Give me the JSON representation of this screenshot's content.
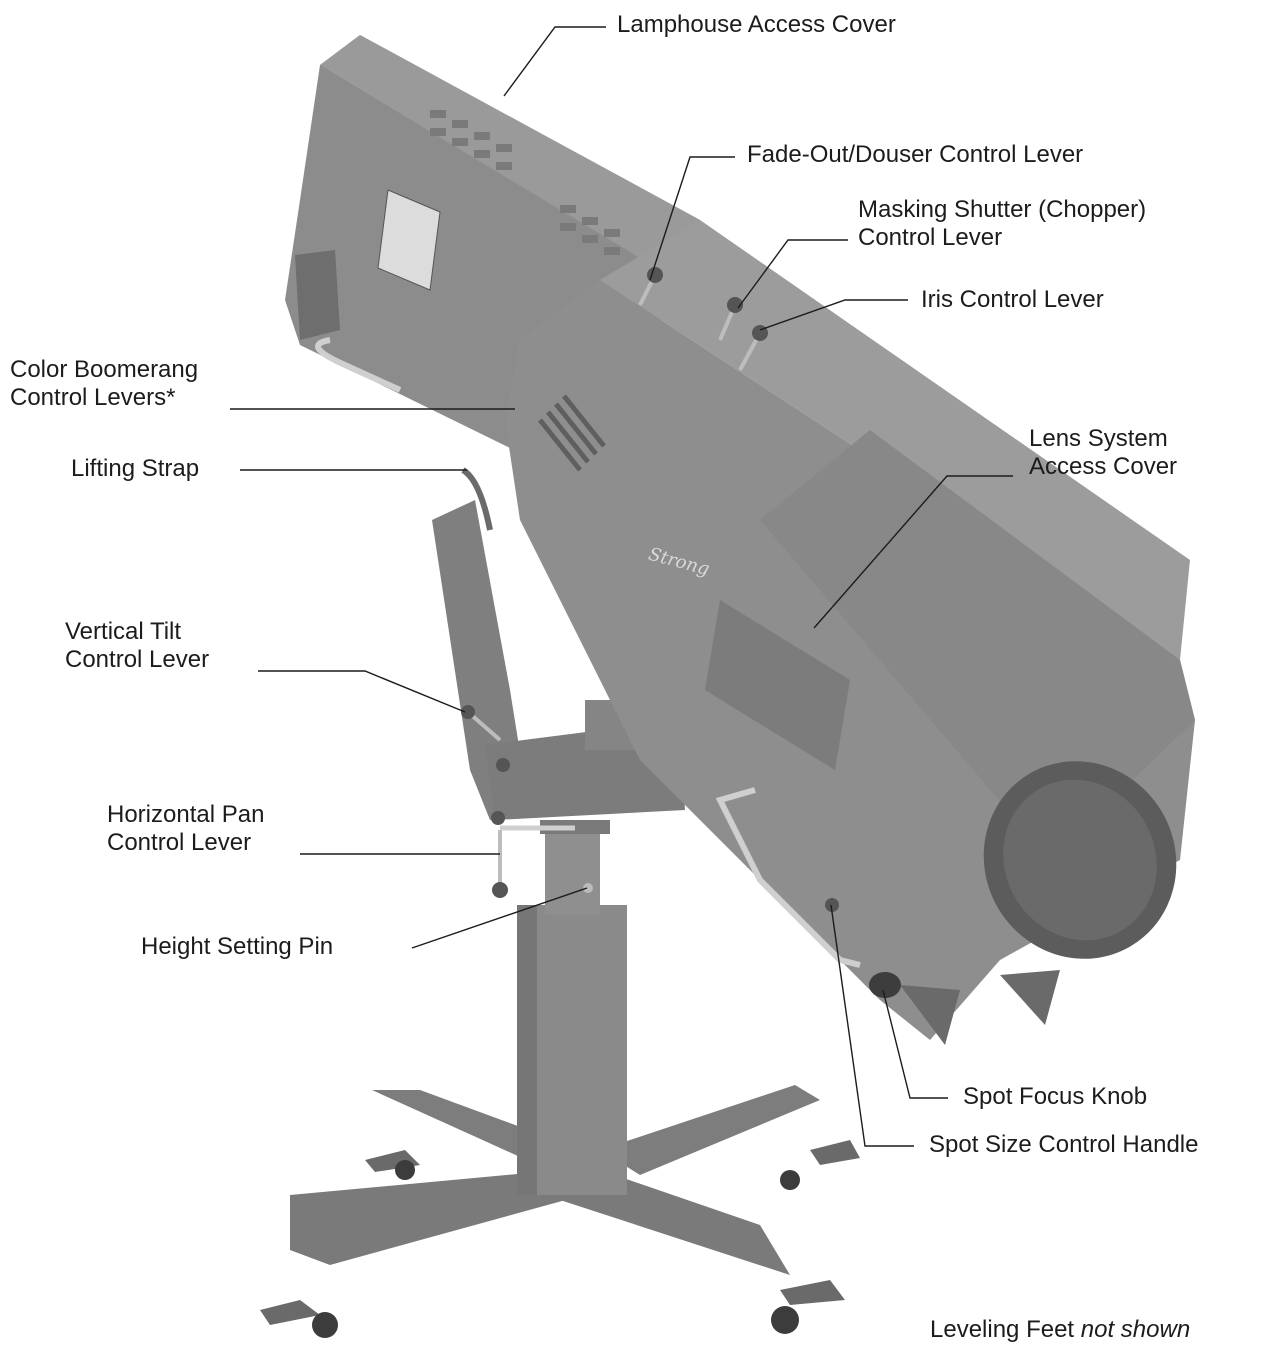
{
  "labels": {
    "lamphouse_access_cover": "Lamphouse Access Cover",
    "fade_out_douser": "Fade-Out/Douser Control Lever",
    "masking_shutter_line1": "Masking Shutter (Chopper)",
    "masking_shutter_line2": "Control Lever",
    "iris_control_lever": "Iris Control Lever",
    "color_boomerang_line1": "Color Boomerang",
    "color_boomerang_line2": "Control Levers*",
    "lens_system_line1": "Lens System",
    "lens_system_line2": "Access Cover",
    "lifting_strap": "Lifting Strap",
    "vertical_tilt_line1": "Vertical Tilt",
    "vertical_tilt_line2": "Control Lever",
    "horizontal_pan_line1": "Horizontal Pan",
    "horizontal_pan_line2": "Control Lever",
    "height_setting_pin": "Height Setting Pin",
    "spot_focus_knob": "Spot Focus Knob",
    "spot_size_control_handle": "Spot Size Control Handle",
    "leveling_feet_prefix": "Leveling Feet",
    "leveling_feet_suffix": "not shown"
  },
  "colors": {
    "body": "#8b8b8b",
    "body_dark": "#6f6f6f",
    "body_light": "#a3a3a3",
    "metal": "#cfcfcf",
    "leader": "#1c1c1c"
  }
}
